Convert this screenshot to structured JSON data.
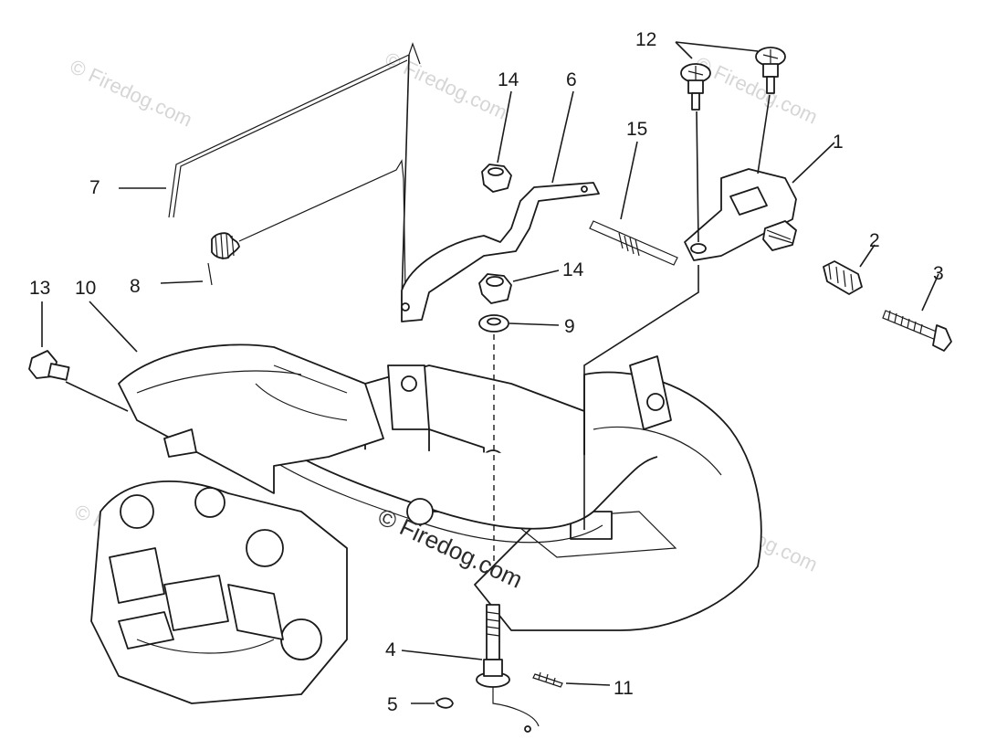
{
  "watermark": "© Firedog.com",
  "watermark_center": "© Firedog.com",
  "callouts": [
    {
      "id": "c1",
      "label": "1"
    },
    {
      "id": "c2",
      "label": "2"
    },
    {
      "id": "c3",
      "label": "3"
    },
    {
      "id": "c4",
      "label": "4"
    },
    {
      "id": "c5",
      "label": "5"
    },
    {
      "id": "c6",
      "label": "6"
    },
    {
      "id": "c7",
      "label": "7"
    },
    {
      "id": "c8",
      "label": "8"
    },
    {
      "id": "c9",
      "label": "9"
    },
    {
      "id": "c10",
      "label": "10"
    },
    {
      "id": "c11",
      "label": "11"
    },
    {
      "id": "c12",
      "label": "12"
    },
    {
      "id": "c13",
      "label": "13"
    },
    {
      "id": "c14a",
      "label": "14"
    },
    {
      "id": "c14b",
      "label": "14"
    },
    {
      "id": "c15",
      "label": "15"
    }
  ]
}
